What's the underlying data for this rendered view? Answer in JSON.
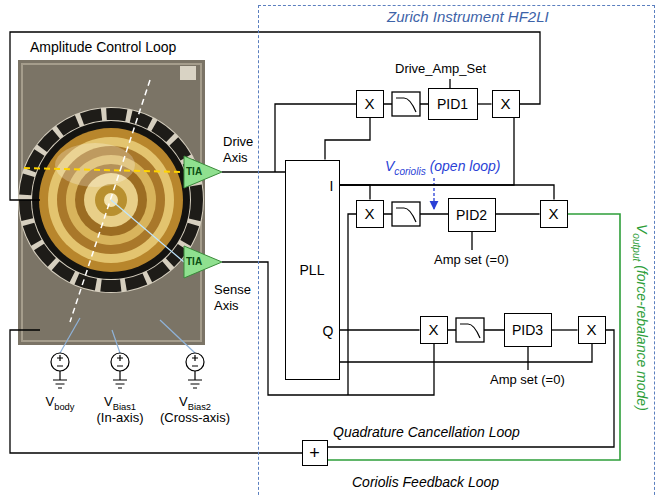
{
  "diagram": {
    "nodes": [
      {
        "text": [
          "Zurich Instrument HF2LI"
        ]
      },
      {
        "text": [
          "PLL",
          "I",
          "Q"
        ],
        "in": 0
      },
      {
        "text": [
          "X"
        ],
        "in": 0
      },
      {
        "text": [
          "PID1"
        ],
        "in": 0
      },
      {
        "text": [
          "X"
        ],
        "in": 0
      },
      {
        "text": [
          "X"
        ],
        "in": 0
      },
      {
        "text": [
          "PID2"
        ],
        "in": 0
      },
      {
        "text": [
          "X"
        ],
        "in": 0
      },
      {
        "text": [
          "X"
        ],
        "in": 0
      },
      {
        "text": [
          "PID3"
        ],
        "in": 0
      },
      {
        "text": [
          "X"
        ],
        "in": 0
      },
      {
        "text": [
          "+"
        ],
        "in": 0
      }
    ],
    "edges": [
      {
        "from": 3,
        "to": 4,
        "arrow": "none"
      },
      {
        "from": 6,
        "to": 7,
        "arrow": "none"
      },
      {
        "from": 9,
        "to": 10,
        "arrow": "none"
      },
      {
        "from": 1,
        "to": 2,
        "arrow": "none"
      },
      {
        "from": 1,
        "to": 4,
        "arrow": "none"
      },
      {
        "from": 1,
        "to": 5,
        "arrow": "none"
      },
      {
        "from": 1,
        "to": 7,
        "arrow": "none"
      },
      {
        "from": 1,
        "to": 8,
        "arrow": "none"
      },
      {
        "from": 1,
        "to": 10,
        "arrow": "none"
      },
      {
        "from": 7,
        "to": 11,
        "arrow": "none"
      },
      {
        "from": 10,
        "to": 11,
        "arrow": "none"
      }
    ],
    "labels": [
      "Amplitude Control Loop",
      "Drive_Amp_Set",
      "Drive Axis",
      "TIA",
      "V",
      "coriolis",
      "(open loop)",
      "TIA",
      "Sense Axis",
      "Amp set (=0)",
      "Amp set (=0)",
      "V",
      "output",
      "(force-rebalance mode)",
      "V",
      "body",
      "V",
      "Bias1",
      "(In-axis)",
      "V",
      "Bias2",
      "(Cross-axis)",
      "Quadrature Cancellation Loop",
      "Coriolis Feedback Loop"
    ]
  }
}
